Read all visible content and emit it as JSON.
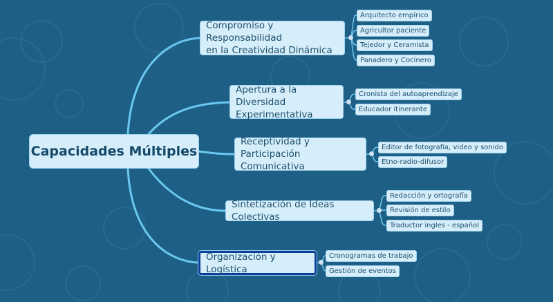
{
  "root": {
    "label": "Capacidades Múltiples"
  },
  "colors": {
    "background": "#1e5f85",
    "connector": "#6cc8f0",
    "node_fill": "#d6eefa",
    "selected_border": "#0b3f9a"
  },
  "branches": [
    {
      "label": "Compromiso y Responsabilidad\nen la Creatividad Dinámica",
      "children": [
        "Arquitecto empírico",
        "Agricultor paciente",
        "Tejedor y Ceramista",
        "Panadero y Cocinero"
      ]
    },
    {
      "label": "Apertura a la Diversidad\nExperimentativa",
      "children": [
        "Cronista del autoaprendizaje",
        "Educador itinerante"
      ]
    },
    {
      "label": "Receptividad y Participación\nComunicativa",
      "children": [
        "Editor de fotografía, video y sonido",
        "Etno-radio-difusor"
      ]
    },
    {
      "label": "Sintetización de Ideas Colectivas",
      "children": [
        "Redacción  y ortografía",
        "Revisión de estilo",
        "Traductor ingles - español"
      ]
    },
    {
      "label": "Organización y Logística",
      "selected": true,
      "children": [
        "Cronogramas de trabajo",
        "Gestión de eventos"
      ]
    }
  ]
}
